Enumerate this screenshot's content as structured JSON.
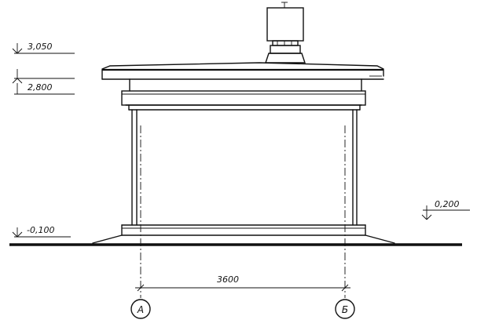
{
  "elevation_marks": {
    "roof_top": "3,050",
    "eave": "2,800",
    "ground_left": "-0,100",
    "ground_right": "0,200"
  },
  "dimension": {
    "span": "3600"
  },
  "axes": {
    "left": "А",
    "right": "Б"
  }
}
